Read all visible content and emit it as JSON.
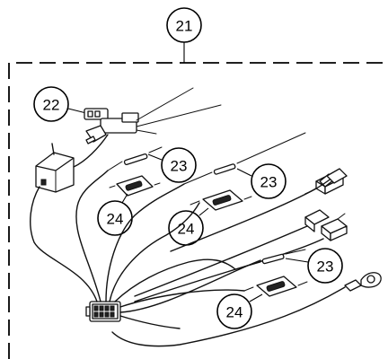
{
  "callouts": {
    "assembly": "21",
    "fuse_holder": "22",
    "splice_a": "23",
    "splice_b": "23",
    "splice_c": "23",
    "clip_a": "24",
    "clip_b": "24",
    "clip_c": "24"
  }
}
